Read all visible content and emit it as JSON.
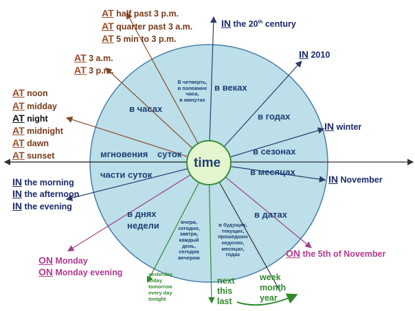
{
  "center": {
    "label": "time"
  },
  "inner": {
    "v_chasakh": "в часах",
    "small_top": [
      "В четверть,",
      "в половине",
      "часа,",
      "в минутах"
    ],
    "v_vekakh": "в веках",
    "v_godakh": "в годах",
    "mgnoveniya": "мгновения",
    "sutok_left": "суток",
    "v_sezonakh": "в сезонах",
    "chasti_sutok": "части суток",
    "v_mesyatsakh": "в месяцах",
    "v_dnyakh": "в днях",
    "nedeli": "недели",
    "v_datakh": "в датах",
    "small_mid": [
      "вчера,",
      "сегодня,",
      "завтра,",
      "каждый",
      "день,",
      "сегодня",
      "вечером"
    ],
    "small_right": [
      "в будущих,",
      "текущих,",
      "прошедших",
      "неделях,",
      "месяцах,",
      "годах"
    ]
  },
  "outer": {
    "at_half_past": {
      "prep": "AT",
      "rest": "half past 3 p.m."
    },
    "at_quarter_past": {
      "prep": "AT",
      "rest": "quarter past 3 a.m."
    },
    "at_5min": {
      "prep": "AT",
      "rest": "5 min to 3 p.m."
    },
    "in_century": {
      "prep": "IN",
      "rest": "the 20",
      "sup": "th",
      "rest2": "century"
    },
    "at_3am": {
      "prep": "AT",
      "rest": "3 a.m."
    },
    "at_3pm": {
      "prep": "AT",
      "rest": "3 p.m."
    },
    "in_2010": {
      "prep": "IN",
      "rest": "2010"
    },
    "at_noon": {
      "prep": "AT",
      "rest": "noon"
    },
    "at_midday": {
      "prep": "AT",
      "rest": "midday"
    },
    "at_night": {
      "prep": "AT",
      "rest": "night"
    },
    "at_midnight": {
      "prep": "AT",
      "rest": "midnight"
    },
    "at_dawn": {
      "prep": "AT",
      "rest": "dawn"
    },
    "at_sunset": {
      "prep": "AT",
      "rest": "sunset"
    },
    "in_winter": {
      "prep": "IN",
      "rest": "winter"
    },
    "in_november": {
      "prep": "IN",
      "rest": "November"
    },
    "in_morning": {
      "prep": "IN",
      "rest": "the morning"
    },
    "in_afternoon": {
      "prep": "IN",
      "rest": "the afternoon"
    },
    "in_evening": {
      "prep": "IN",
      "rest": "the evening"
    },
    "on_5th": {
      "prep": "ON",
      "rest": "the 5th of November"
    },
    "on_monday": {
      "prep": "ON",
      "rest": "Monday"
    },
    "on_monday_evening": {
      "prep": "ON",
      "rest": "Monday evening"
    },
    "green_list": [
      "yesterday",
      "today",
      "tomorrow",
      "every day",
      "tonight"
    ],
    "next_this_last": [
      "next",
      "this",
      "last"
    ],
    "week_month_year": [
      "week",
      "month",
      "year"
    ]
  },
  "colors": {
    "circle_fill": "#bcdfe9",
    "circle_stroke": "#4a7da8",
    "inner_fill": "#e4f6cf",
    "inner_stroke": "#3a8e3a"
  }
}
